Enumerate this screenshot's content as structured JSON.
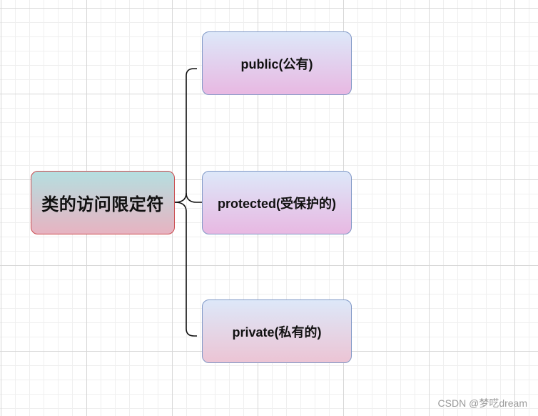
{
  "diagram": {
    "type": "mind-map",
    "root": {
      "label": "类的访问限定符"
    },
    "children": [
      {
        "label": "public(公有)"
      },
      {
        "label": "protected(受保护的)"
      },
      {
        "label": "private(私有的)"
      }
    ]
  },
  "colors": {
    "root_border": "#c9494c",
    "root_gradient_top": "#b5dfe0",
    "root_gradient_bottom": "#e7b3c1",
    "child_border": "#7f97c6",
    "child_gradient_top": "#dde8f9",
    "child_gradient_bottom": "#e8b8e2",
    "connector": "#111111",
    "grid": "#d7d7d7"
  },
  "watermark": {
    "text": "CSDN @梦呓dream"
  }
}
